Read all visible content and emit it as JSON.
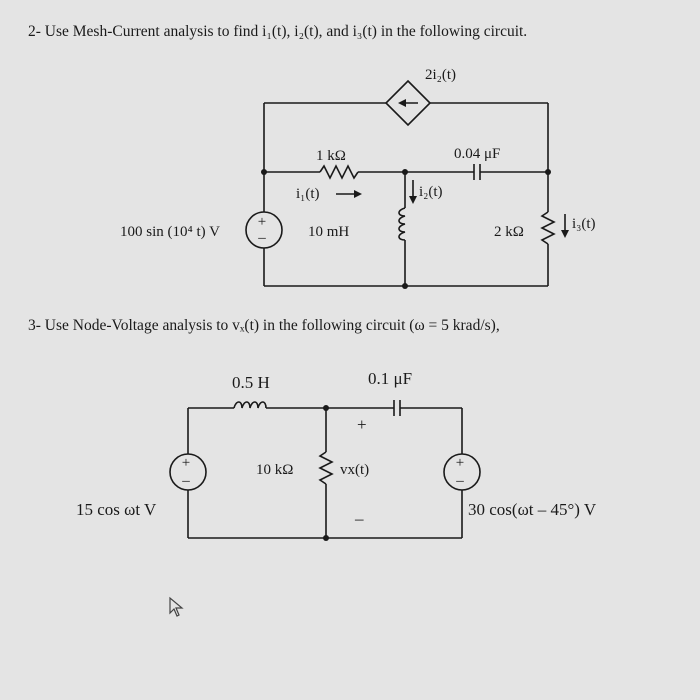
{
  "problem2": {
    "text": "2-  Use Mesh-Current analysis to find i₁(t), i₂(t), and i₃(t) in the following circuit.",
    "dependent_source": "2i₂(t)",
    "resistor_1k": "1 kΩ",
    "capacitor": "0.04 μF",
    "mesh_current_1": "i₁(t)",
    "mesh_current_2": "i₂(t)",
    "mesh_current_3": "i₃(t)",
    "voltage_source": "100 sin (10⁴ t) V",
    "inductor": "10 mH",
    "resistor_2k": "2 kΩ"
  },
  "problem3": {
    "text": "3-  Use Node-Voltage analysis to vₓ(t) in the following circuit (ω = 5 krad/s),",
    "inductor": "0.5 H",
    "capacitor": "0.1 μF",
    "plus_sign": "+",
    "minus_sign": "–",
    "resistor": "10 kΩ",
    "vx_label": "vx(t)",
    "source_left": "15 cos ωt V",
    "source_right": "30 cos(ωt – 45°) V"
  },
  "source_polarity": {
    "plus": "+",
    "minus": "–"
  }
}
